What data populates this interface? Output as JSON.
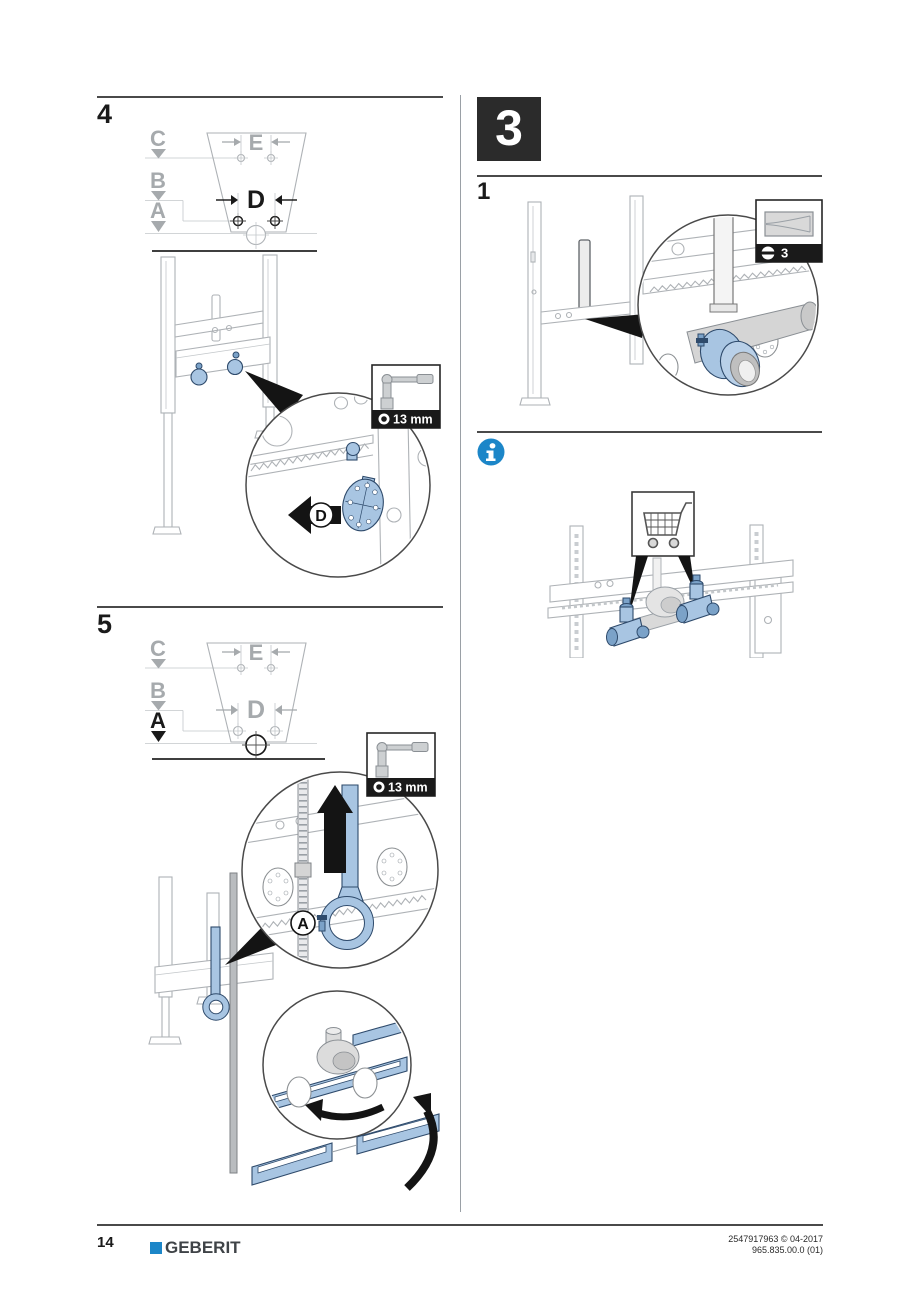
{
  "footer": {
    "page_number": "14",
    "brand": "GEBERIT",
    "doc_line1": "2547917963 © 04-2017",
    "doc_line2": "965.835.00.0 (01)"
  },
  "left_column": {
    "step4": {
      "number": "4",
      "dim_labels": {
        "A": "A",
        "B": "B",
        "C": "C",
        "D": "D",
        "E": "E"
      },
      "detail_label": "D",
      "tool_callout": "13 mm"
    },
    "step5": {
      "number": "5",
      "dim_labels": {
        "A": "A",
        "B": "B",
        "C": "C",
        "D": "D",
        "E": "E"
      },
      "detail_label": "A",
      "tool_callout": "13 mm"
    }
  },
  "right_column": {
    "section_number": "3",
    "step1": {
      "number": "1",
      "tool_callout": "3"
    }
  },
  "icons": {
    "info": "info-circle",
    "cart": "shopping-cart",
    "socket_wrench": "13 mm socket wrench",
    "slotted_screwdriver": "slotted screwdriver size 3"
  },
  "colors": {
    "highlight_blue": "#a8c5e2",
    "geberit_blue": "#1c86c8",
    "line_gray": "#aeb2b6",
    "callout_bar": "#1a1a1a"
  }
}
